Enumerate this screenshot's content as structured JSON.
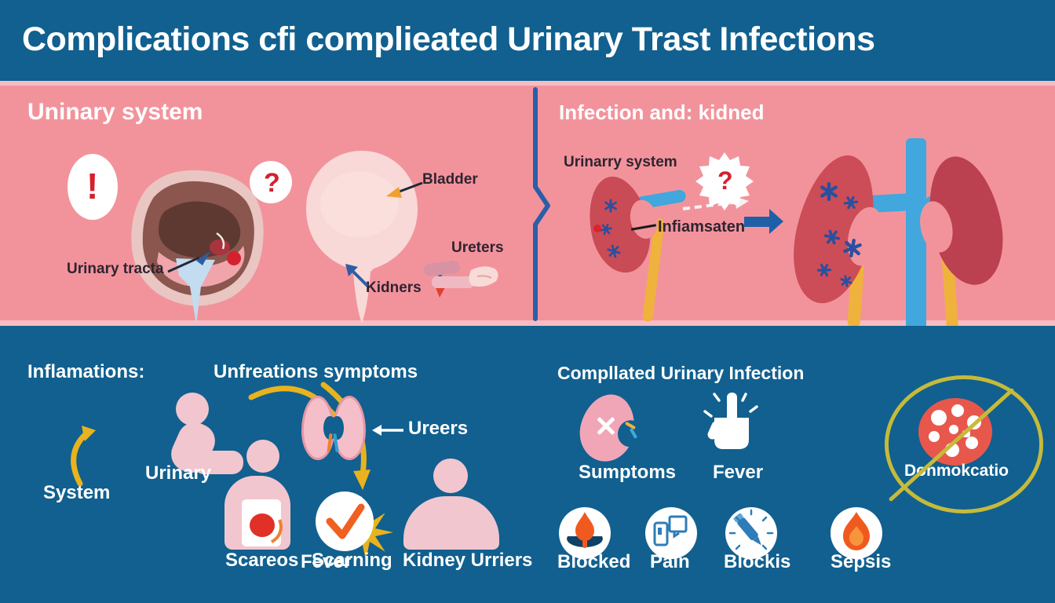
{
  "colors": {
    "header_bg": "#11608F",
    "band_bg": "#F2939C",
    "band_edge": "#F7BCC2",
    "bottom_bg": "#11608F",
    "dark_label": "#2E2430",
    "accent_red": "#D5202E",
    "navy_arrow": "#1F5FA8",
    "yellow_arrow": "#E8B31E",
    "kidney_red": "#C94B55",
    "tube_blue": "#41A7DD",
    "tube_yellow": "#EFB23C",
    "figure_pink": "#F2C6CE",
    "icon_orange": "#F05A1E",
    "prohibition_ring": "#C6BA3B",
    "virus_red": "#E8574C"
  },
  "header": {
    "title": "Complications cfi complieated Urinary Trast Infections"
  },
  "urinary_panel": {
    "heading": "Uninary system",
    "alert_glyph": "!",
    "question_glyph": "?",
    "label_bladder": "Bladder",
    "label_ureters": "Ureters",
    "label_kidneys": "Kidners",
    "label_urinary_tract": "Urinary tracta"
  },
  "infection_panel": {
    "heading": "Infection and: kidned",
    "label_urinary_system": "Urinarry system",
    "label_inflammation": "Infiamsaten",
    "question_glyph": "?"
  },
  "inflammations_section": {
    "heading": "Inflamations:",
    "label_urinary": "Urinary",
    "label_system": "System",
    "label_fever": "Fever"
  },
  "symptoms_section": {
    "heading": "Unfreations symptoms",
    "label_ureters": "Ureers",
    "label_scareos": "Scareos",
    "label_scarning": "Scarning",
    "label_kidney_urriers": "Kidney Urriers"
  },
  "complicated_section": {
    "heading": "Compllated Urinary Infection",
    "label_sumptoms": "Sumptoms",
    "label_fever": "Fever",
    "label_prohibited": "Donmokcatio",
    "label_blocked": "Blocked",
    "label_pain": "Pain",
    "label_blockis": "Blockis",
    "label_sepsis": "Sepsis"
  }
}
